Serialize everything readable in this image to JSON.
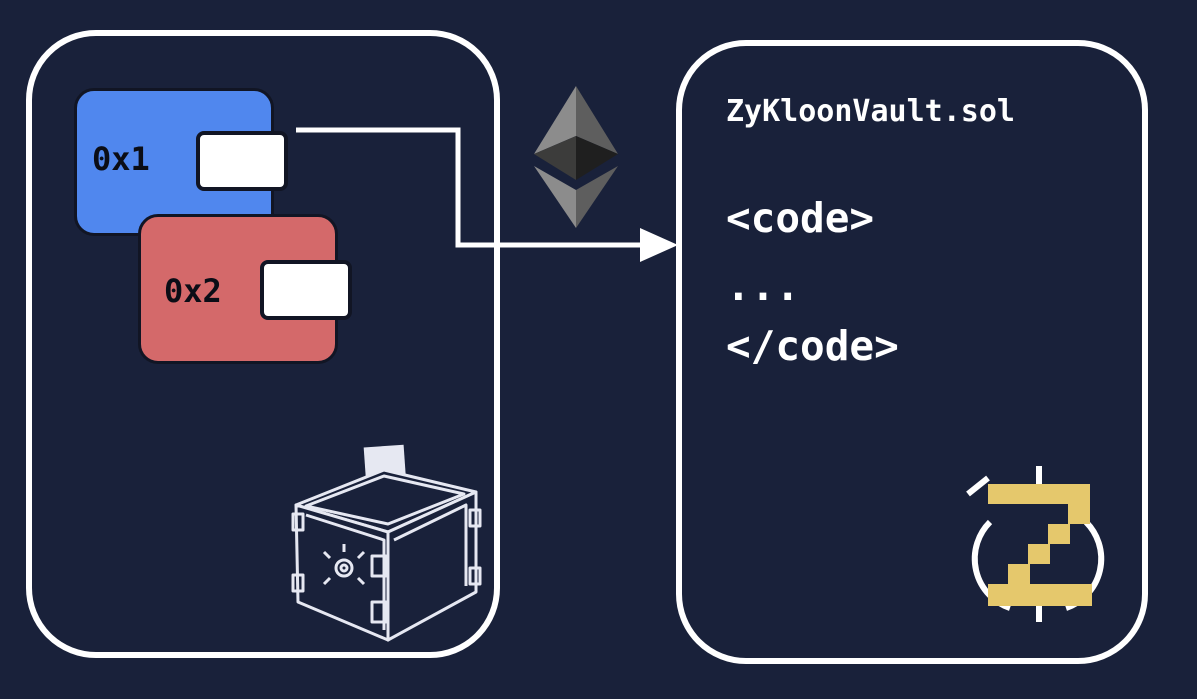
{
  "wallets": [
    {
      "label": "0x1",
      "color": "#5087ee"
    },
    {
      "label": "0x2",
      "color": "#d4696a"
    }
  ],
  "contract": {
    "filename": "ZyKloonVault.sol",
    "code_open": "<code>",
    "code_body": "...",
    "code_close": "</code>"
  },
  "icons": {
    "network": "ethereum-icon",
    "ballot": "ballot-box-icon",
    "brand": "zykloon-logo-icon"
  },
  "colors": {
    "background": "#19213a",
    "panel_border": "#ffffff",
    "logo_gold": "#e5c86c"
  }
}
